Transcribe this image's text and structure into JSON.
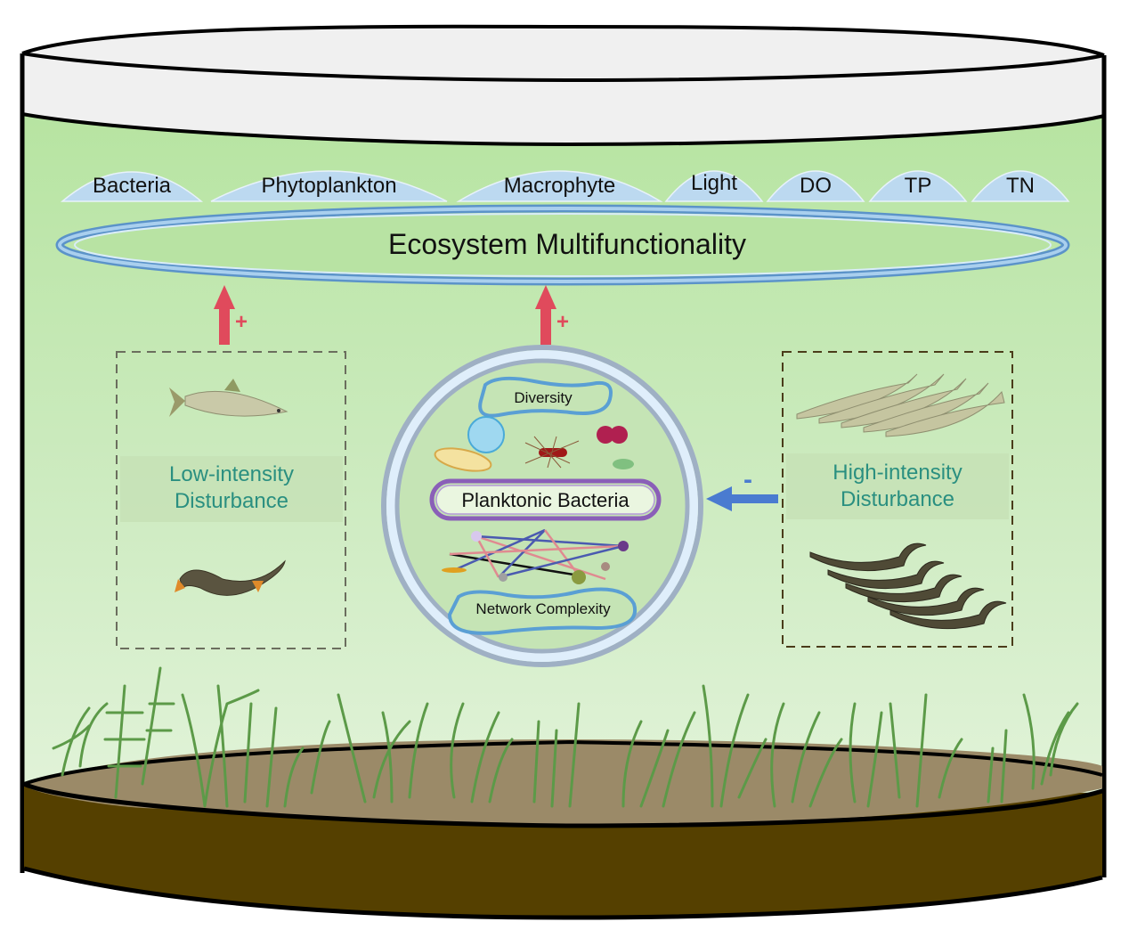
{
  "diagram": {
    "title": "Ecosystem Multifunctionality",
    "functions": [
      {
        "label": "Bacteria"
      },
      {
        "label": "Phytoplankton"
      },
      {
        "label": "Macrophyte"
      },
      {
        "label": "Light"
      },
      {
        "label": "DO"
      },
      {
        "label": "TP"
      },
      {
        "label": "TN"
      }
    ],
    "center": {
      "label": "Planktonic Bacteria",
      "diversity_label": "Diversity",
      "network_label": "Network Complexity"
    },
    "low_disturbance": {
      "line1": "Low-intensity",
      "line2": "Disturbance",
      "effect_sign": "+"
    },
    "center_effect_sign": "+",
    "high_disturbance": {
      "line1": "High-intensity",
      "line2": "Disturbance",
      "effect_sign": "-"
    },
    "colors": {
      "water_top": "#b5e4a0",
      "water_bottom": "#e2f3da",
      "tab_fill": "#bcd9f0",
      "ring_blue": "#7fb0dc",
      "positive_arrow": "#e04a5c",
      "negative_arrow": "#4a7bd0",
      "disturbance_text": "#2a8f80",
      "sediment_top": "#9b8a68",
      "sediment_side": "#554000",
      "plant_green": "#5c9a48"
    }
  }
}
